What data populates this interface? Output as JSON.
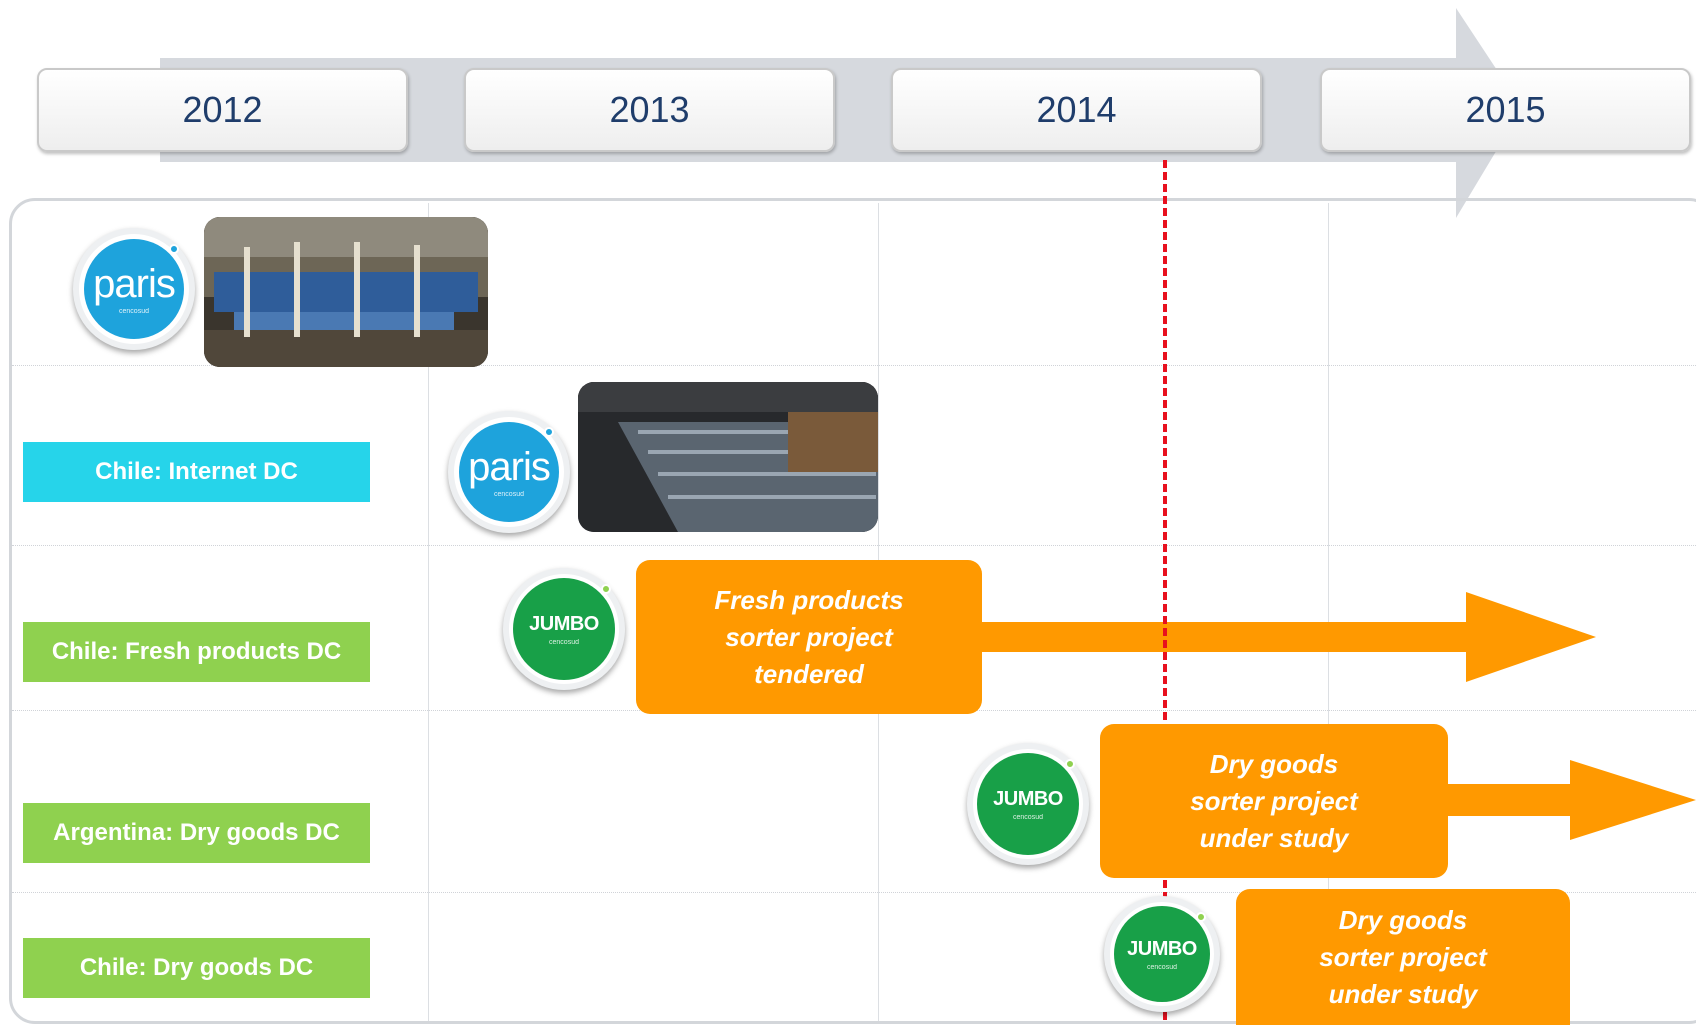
{
  "timeline": {
    "years": [
      "2012",
      "2013",
      "2014",
      "2015"
    ],
    "milestone_color": "#e8101e"
  },
  "rows": [
    {
      "label": ""
    },
    {
      "label": "Chile:  Internet DC",
      "color": "#26d4ea"
    },
    {
      "label": "Chile:  Fresh products DC",
      "color": "#8fd14f"
    },
    {
      "label": "Argentina:  Dry goods DC",
      "color": "#8fd14f"
    },
    {
      "label": "Chile:  Dry goods DC",
      "color": "#8fd14f"
    }
  ],
  "logos": {
    "paris_text": "paris",
    "paris_sub": "cencosud",
    "jumbo_text": "JUMBO",
    "jumbo_sub": "cencosud"
  },
  "projects": {
    "fresh": "Fresh products\nsorter project\ntendered",
    "dry_argentina": "Dry goods\nsorter project\nunder study",
    "dry_chile": "Dry goods\nsorter project\nunder study"
  },
  "colors": {
    "project_orange": "#ff9900",
    "paris_blue": "#1ea3dc",
    "jumbo_green": "#18a048"
  }
}
